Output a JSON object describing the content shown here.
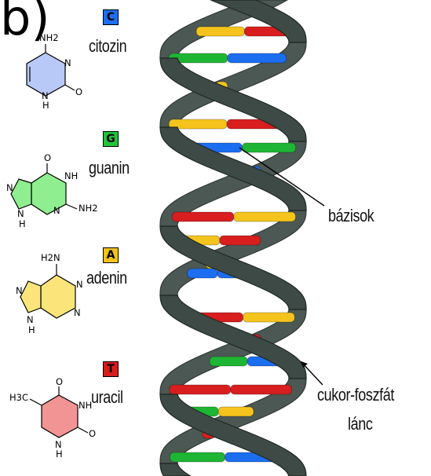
{
  "title_fragment": "b)",
  "bases": [
    {
      "letter": "C",
      "name": "citozin",
      "badge_color": "#1e6ff0",
      "letter_color": "#000000",
      "ring_color": "#b9c9f7"
    },
    {
      "letter": "G",
      "name": "guanin",
      "badge_color": "#22c33a",
      "letter_color": "#000000",
      "ring_color": "#8fee8f"
    },
    {
      "letter": "A",
      "name": "adenin",
      "badge_color": "#f2c21a",
      "letter_color": "#000000",
      "ring_color": "#fbe57a"
    },
    {
      "letter": "T",
      "name": "uracil",
      "badge_color": "#d81c1c",
      "letter_color": "#000000",
      "ring_color": "#f29494"
    }
  ],
  "atoms": {
    "cytosine": [
      "NH2",
      "N",
      "N",
      "H",
      "O"
    ],
    "guanine": [
      "O",
      "N",
      "NH",
      "N",
      "N",
      "NH2",
      "H"
    ],
    "adenine": [
      "H2N",
      "N",
      "N",
      "N",
      "N",
      "H"
    ],
    "uracil": [
      "O",
      "H3C",
      "NH",
      "N",
      "H",
      "O"
    ]
  },
  "annotations": {
    "bases_label": "bázisok",
    "backbone_label_1": "cukor-foszfát",
    "backbone_label_2": "lánc"
  },
  "colors": {
    "backbone": "#3d4a45",
    "backbone_edge": "#1f2723",
    "yellow": "#f5c41c",
    "red": "#d81e1e",
    "blue": "#1c6ef0",
    "green": "#1fb534"
  }
}
